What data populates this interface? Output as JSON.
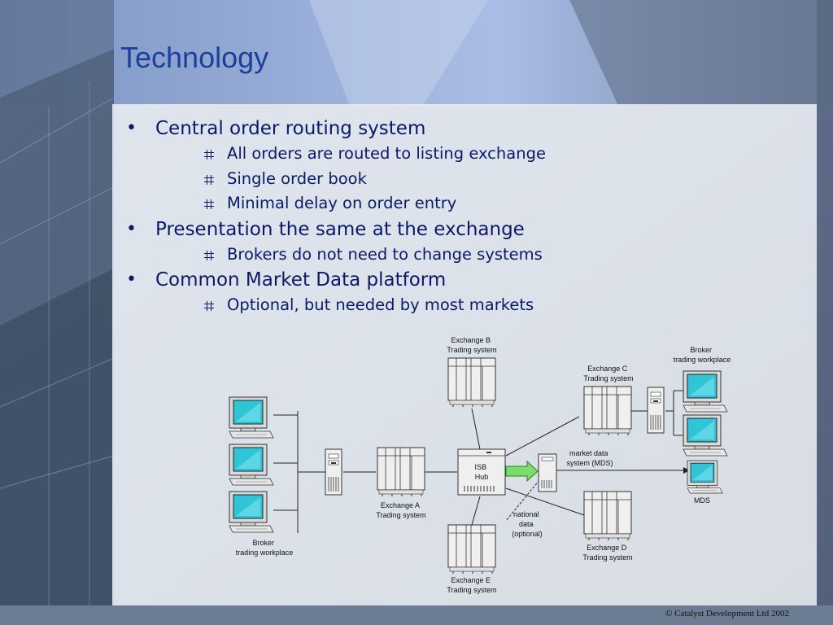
{
  "slide": {
    "title": "Technology",
    "copyright": "© Catalyst Development Ltd 2002"
  },
  "bullets": [
    {
      "text": "Central order routing system",
      "sub": [
        "All orders are routed to listing exchange",
        "Single order book",
        "Minimal delay on order entry"
      ]
    },
    {
      "text": "Presentation the same at the exchange",
      "sub": [
        "Brokers do not need to change systems"
      ]
    },
    {
      "text": "Common Market Data platform",
      "sub": [
        "Optional, but needed by most markets"
      ]
    }
  ],
  "diagram": {
    "exchange_b": [
      "Exchange B",
      "Trading system"
    ],
    "exchange_c": [
      "Exchange C",
      "Trading system"
    ],
    "exchange_a": [
      "Exchange A",
      "Trading system"
    ],
    "exchange_d": [
      "Exchange D",
      "Trading system"
    ],
    "exchange_e": [
      "Exchange E",
      "Trading system"
    ],
    "broker_right": [
      "Broker",
      "trading workplace"
    ],
    "broker_left": [
      "Broker",
      "trading workplace"
    ],
    "hub": [
      "ISB",
      "Hub"
    ],
    "mds_system": [
      "market data",
      "system (MDS)"
    ],
    "national": [
      "national",
      "data",
      "(optional)"
    ],
    "mds": "MDS"
  },
  "colors": {
    "title": "#1a3f9c",
    "bullet_text": "#0b1a66",
    "monitor_screen": "#2fc4d6",
    "arrow": "#7cdc6a"
  }
}
